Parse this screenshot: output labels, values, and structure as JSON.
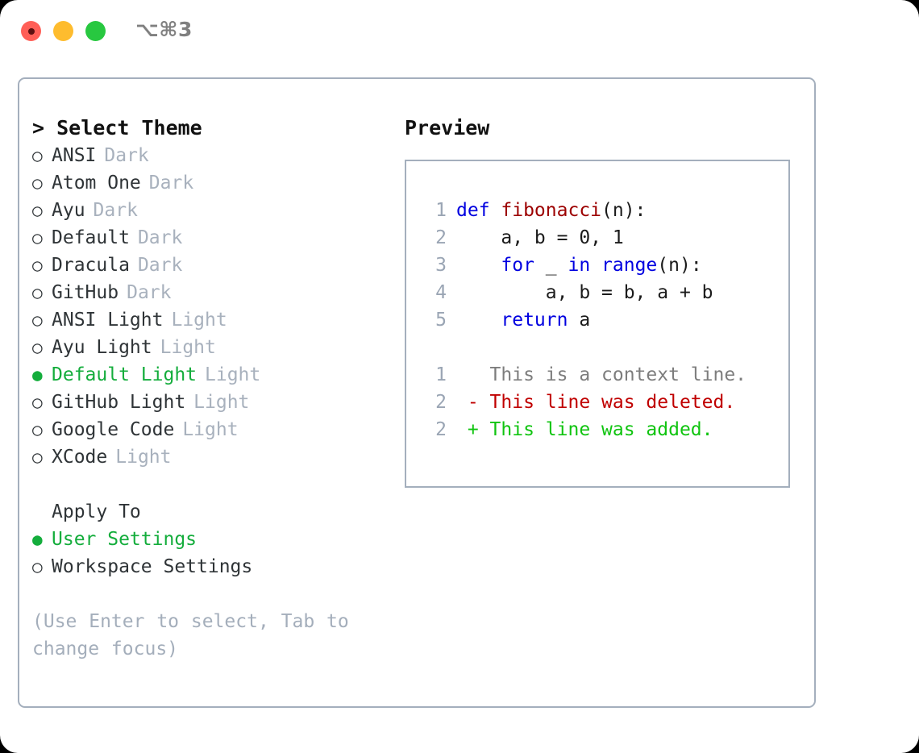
{
  "titlebar": {
    "shortcut": "⌥⌘3",
    "lights": [
      {
        "name": "close",
        "color": "#ff5f57"
      },
      {
        "name": "minimize",
        "color": "#febc2e"
      },
      {
        "name": "zoom",
        "color": "#28c840"
      }
    ]
  },
  "colors": {
    "panel_border": "#a4afbd",
    "selected": "#14ad3c",
    "muted": "#a8b1bd",
    "keyword": "#0000e0",
    "function": "#9c0000",
    "diff_added": "#10c410",
    "diff_deleted": "#c00000",
    "linenumber": "#9aa5b4"
  },
  "theme_list": {
    "header": "> Select Theme",
    "marker_selected": "●",
    "marker_unselected": "○",
    "items": [
      {
        "name": "ANSI",
        "kind": "Dark",
        "selected": false
      },
      {
        "name": "Atom One",
        "kind": "Dark",
        "selected": false
      },
      {
        "name": "Ayu",
        "kind": "Dark",
        "selected": false
      },
      {
        "name": "Default",
        "kind": "Dark",
        "selected": false
      },
      {
        "name": "Dracula",
        "kind": "Dark",
        "selected": false
      },
      {
        "name": "GitHub",
        "kind": "Dark",
        "selected": false
      },
      {
        "name": "ANSI Light",
        "kind": "Light",
        "selected": false
      },
      {
        "name": "Ayu Light",
        "kind": "Light",
        "selected": false
      },
      {
        "name": "Default Light",
        "kind": "Light",
        "selected": true
      },
      {
        "name": "GitHub Light",
        "kind": "Light",
        "selected": false
      },
      {
        "name": "Google Code",
        "kind": "Light",
        "selected": false
      },
      {
        "name": "XCode",
        "kind": "Light",
        "selected": false
      }
    ]
  },
  "apply_to": {
    "title": "Apply To",
    "items": [
      {
        "name": "User Settings",
        "selected": true
      },
      {
        "name": "Workspace Settings",
        "selected": false
      }
    ]
  },
  "hint": "(Use Enter to select, Tab to change focus)",
  "preview": {
    "title": "Preview",
    "code_lines": [
      {
        "no": "1",
        "tokens": [
          {
            "t": "def ",
            "c": "kw"
          },
          {
            "t": "fibonacci",
            "c": "fn"
          },
          {
            "t": "(n):",
            "c": "plain"
          }
        ]
      },
      {
        "no": "2",
        "tokens": [
          {
            "t": "    a, b = 0, 1",
            "c": "plain"
          }
        ]
      },
      {
        "no": "3",
        "tokens": [
          {
            "t": "    ",
            "c": "plain"
          },
          {
            "t": "for",
            "c": "kw"
          },
          {
            "t": " _ ",
            "c": "plain"
          },
          {
            "t": "in",
            "c": "kw"
          },
          {
            "t": " ",
            "c": "plain"
          },
          {
            "t": "range",
            "c": "kw"
          },
          {
            "t": "(n):",
            "c": "plain"
          }
        ]
      },
      {
        "no": "4",
        "tokens": [
          {
            "t": "        a, b = b, a + b",
            "c": "plain"
          }
        ]
      },
      {
        "no": "5",
        "tokens": [
          {
            "t": "    ",
            "c": "plain"
          },
          {
            "t": "return",
            "c": "kw"
          },
          {
            "t": " a",
            "c": "plain"
          }
        ]
      }
    ],
    "diff_lines": [
      {
        "no": "1",
        "tokens": [
          {
            "t": "   This is a context line.",
            "c": "ctx"
          }
        ]
      },
      {
        "no": "2",
        "tokens": [
          {
            "t": " - This line was deleted.",
            "c": "del"
          }
        ]
      },
      {
        "no": "2",
        "tokens": [
          {
            "t": " + This line was added.",
            "c": "add"
          }
        ]
      }
    ]
  }
}
